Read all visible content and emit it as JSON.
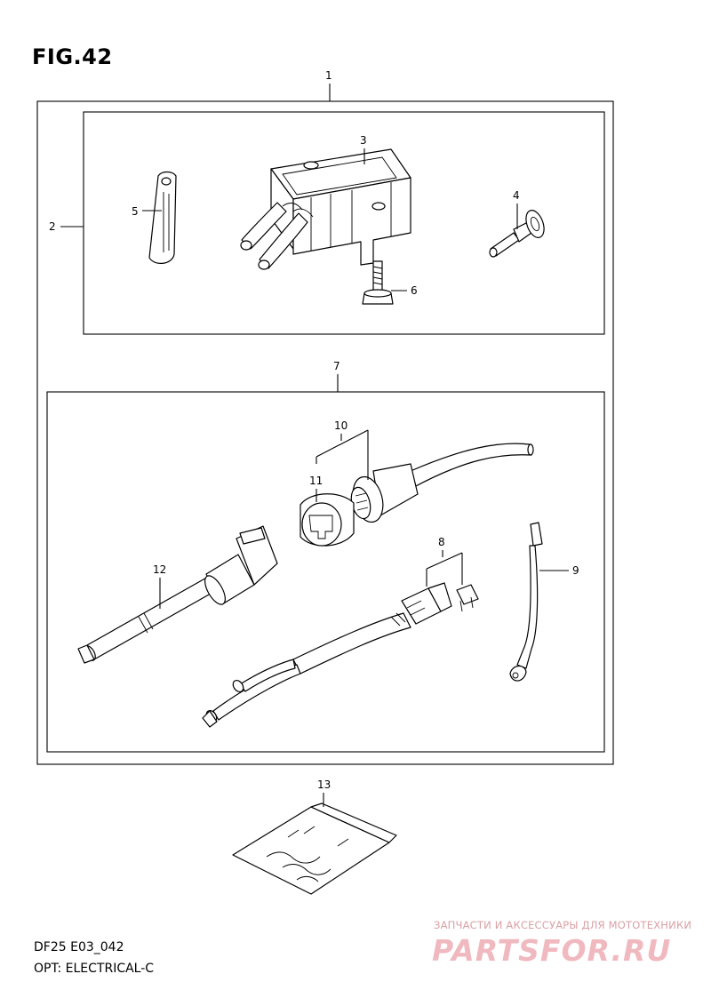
{
  "figure": {
    "title": "FIG.42"
  },
  "callouts": {
    "c1": "1",
    "c2": "2",
    "c3": "3",
    "c4": "4",
    "c5": "5",
    "c6": "6",
    "c7": "7",
    "c8": "8",
    "c9": "9",
    "c10": "10",
    "c11": "11",
    "c12": "12",
    "c13": "13"
  },
  "footer": {
    "model_code": "DF25 E03_042",
    "group_name": "OPT: ELECTRICAL-C"
  },
  "watermark": {
    "tagline": "ЗАПЧАСТИ И АКСЕССУАРЫ ДЛЯ МОТОТЕХНИКИ",
    "logo": "PARTSFOR.RU",
    "color": "#f0b9bf"
  }
}
